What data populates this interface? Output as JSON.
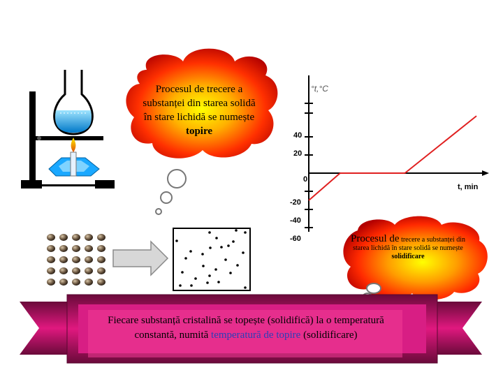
{
  "cloud_top": {
    "text": "Procesul de trecere a substanței din starea solidă în stare lichidă se numește",
    "keyword": "topire"
  },
  "cloud_bottom": {
    "lead": "Procesul de",
    "rest": "trecere a substanței din starea lichidă în stare solidă se numește",
    "keyword": "solidificare"
  },
  "chart_data": {
    "type": "line",
    "xlabel": "t, min",
    "ylabel": "°t,°C",
    "yticks": [
      40,
      20,
      0,
      -20,
      -40,
      -60
    ],
    "series": [
      {
        "x": [
          0,
          1.4
        ],
        "y": [
          -30,
          0
        ]
      },
      {
        "x": [
          1.4,
          4.3
        ],
        "y": [
          0,
          0
        ]
      },
      {
        "x": [
          4.3,
          7.5
        ],
        "y": [
          0,
          63
        ]
      }
    ]
  },
  "banner": {
    "part1": "Fiecare substanță cristalină se topește (solidifică) la o temperatură constantă, numită",
    "highlight": "temperatură de topire",
    "part2": "(solidificare)"
  },
  "colors": {
    "line": "#e02020",
    "cloud_core": "#ffff00",
    "cloud_edge": "#c00000",
    "banner": "#d0147a",
    "highlight": "#2b3fb8"
  },
  "icons": [
    "bunsen-burner-icon",
    "flask-icon",
    "crystal-lattice-icon",
    "arrow-right-icon",
    "liquid-particles-icon"
  ]
}
